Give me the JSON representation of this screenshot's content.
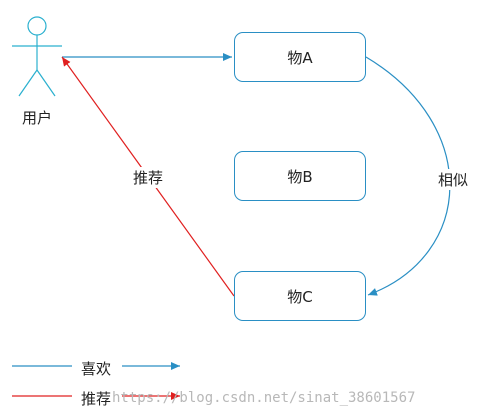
{
  "nodes": {
    "user": "用户",
    "item_a": "物A",
    "item_b": "物B",
    "item_c": "物C"
  },
  "edges": {
    "recommend": "推荐",
    "similar": "相似"
  },
  "legend": {
    "like": "喜欢",
    "recommend": "推荐"
  },
  "watermark": "https://blog.csdn.net/sinat_38601567",
  "colors": {
    "like": "#2a8fc4",
    "recommend": "#e02020",
    "user_icon": "#2ab0cf"
  }
}
